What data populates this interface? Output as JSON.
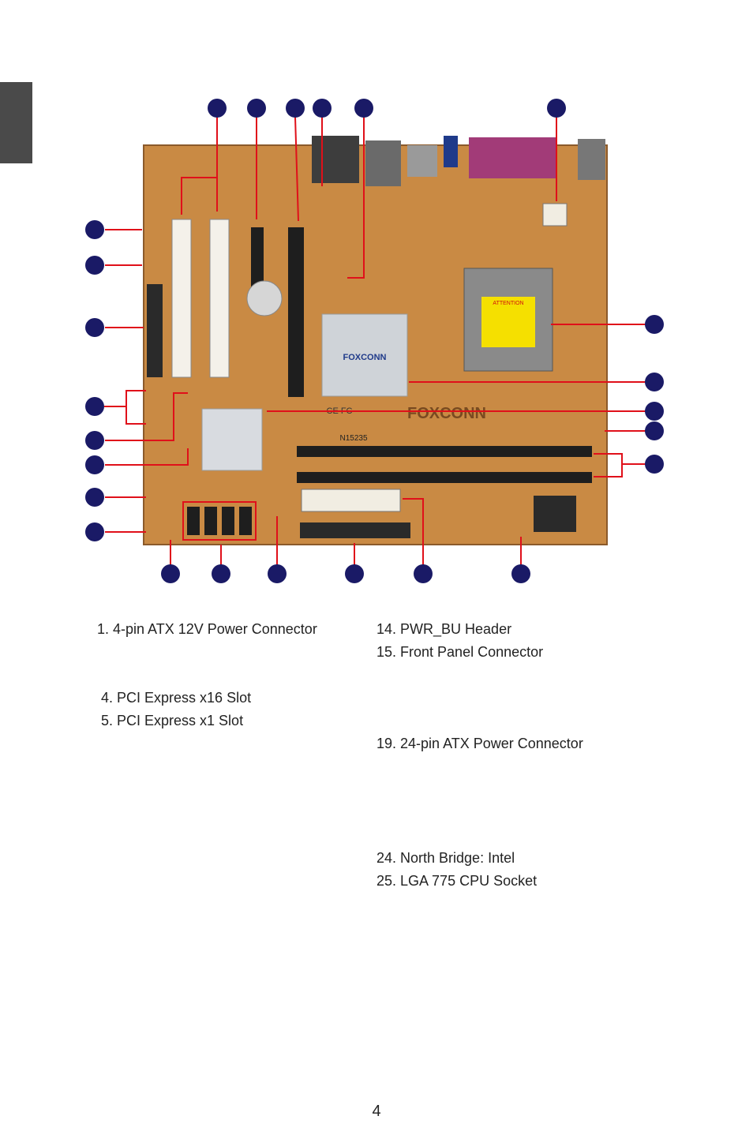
{
  "legend_left": [
    {
      "text": "1.  4-pin ATX 12V Power Connector"
    },
    {
      "text": ""
    },
    {
      "text": ""
    },
    {
      "text": "4. PCI Express x16 Slot"
    },
    {
      "text": "5. PCI Express x1 Slot"
    }
  ],
  "legend_right": [
    {
      "text": "14. PWR_BU Header"
    },
    {
      "text": "15. Front Panel Connector"
    },
    {
      "text": ""
    },
    {
      "text": ""
    },
    {
      "text": ""
    },
    {
      "text": "19. 24-pin ATX Power Connector"
    },
    {
      "text": ""
    },
    {
      "text": ""
    },
    {
      "text": ""
    },
    {
      "text": ""
    },
    {
      "text": "24. North Bridge: Intel"
    },
    {
      "text": "25. LGA 775 CPU Socket"
    }
  ],
  "board": {
    "brand": "FOXCONN",
    "heatsink_brand": "FOXCONN",
    "model_text": "N15235",
    "cpu_warning_title": "ATTENTION",
    "cert_text": "CE FC"
  },
  "colors": {
    "pcb": "#c98a44",
    "callout": "#1a1a66",
    "arrow": "#e0101a",
    "heatsink": "#cfd3d8"
  },
  "page_number": "4"
}
